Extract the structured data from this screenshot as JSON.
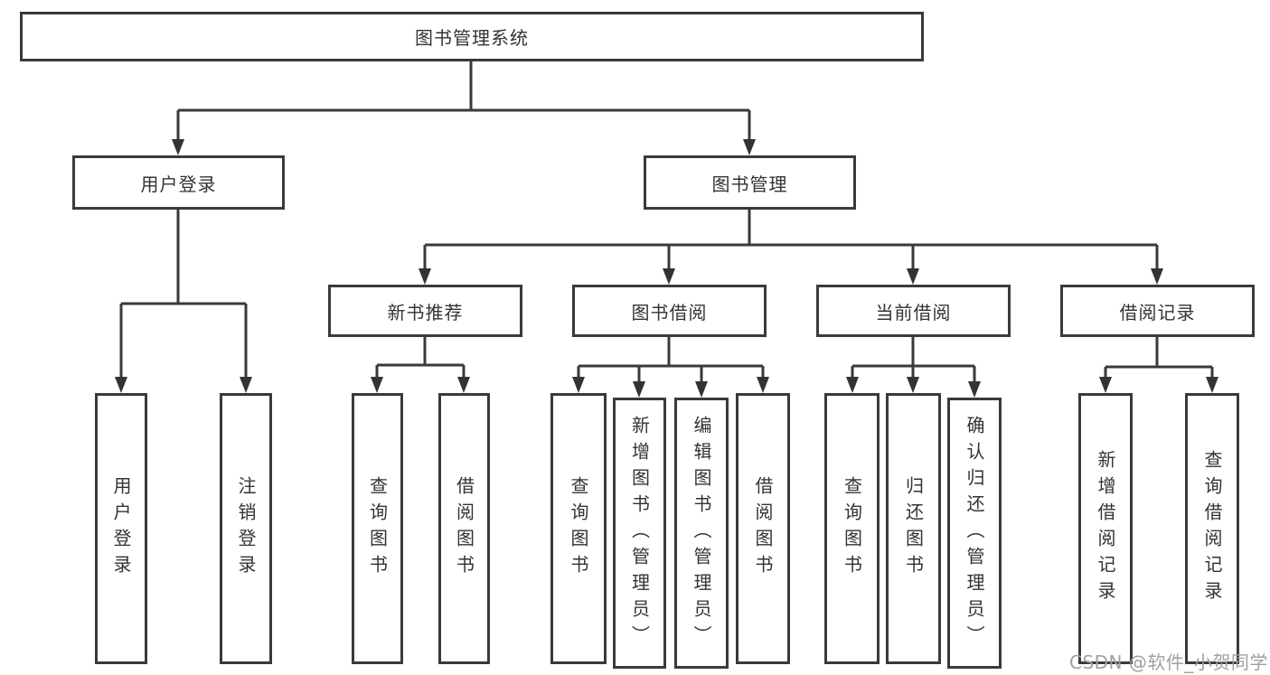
{
  "colors": {
    "line": "#3a3a3a",
    "box_background": "#ffffff",
    "text": "#333333",
    "watermark": "#a0a0a0"
  },
  "watermark": {
    "text": "CSDN @软件_小贺同学"
  },
  "diagram": {
    "root": {
      "label": "图书管理系统"
    },
    "branches": [
      {
        "label": "用户登录",
        "leaves": [
          {
            "label": "用户登录"
          },
          {
            "label": "注销登录"
          }
        ]
      },
      {
        "label": "图书管理",
        "children": [
          {
            "label": "新书推荐",
            "leaves": [
              {
                "label": "查询图书"
              },
              {
                "label": "借阅图书"
              }
            ]
          },
          {
            "label": "图书借阅",
            "leaves": [
              {
                "label": "查询图书"
              },
              {
                "label": "新增图书（管理员）"
              },
              {
                "label": "编辑图书（管理员）"
              },
              {
                "label": "借阅图书"
              }
            ]
          },
          {
            "label": "当前借阅",
            "leaves": [
              {
                "label": "查询图书"
              },
              {
                "label": "归还图书"
              },
              {
                "label": "确认归还（管理员）"
              }
            ]
          },
          {
            "label": "借阅记录",
            "leaves": [
              {
                "label": "新增借阅记录"
              },
              {
                "label": "查询借阅记录"
              }
            ]
          }
        ]
      }
    ]
  }
}
